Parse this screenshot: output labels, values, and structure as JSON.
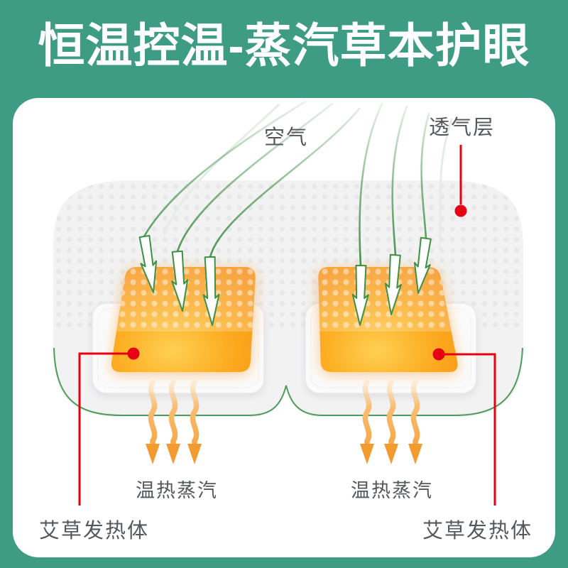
{
  "title": "恒温控温-蒸汽草本护眼",
  "diagram": {
    "labels": {
      "air": "空气",
      "breathable_layer": "透气层",
      "warm_steam_left": "温热蒸汽",
      "warm_steam_right": "温热蒸汽",
      "heater_left": "艾草发热体",
      "heater_right": "艾草发热体"
    }
  },
  "colors": {
    "background": "#3E9B84",
    "card": "#FFFFFF",
    "title_text": "#FFFFFF",
    "label_text": "#55585B",
    "annotation_red": "#E60012",
    "arrow_green": "#3F8F46",
    "mask_outline_green": "#4E9B5B",
    "heater_orange": "#F6890C",
    "heater_glow": "#FFD053",
    "steam_orange": "#F49B2F",
    "mask_gray": "#F2F2F3",
    "dot_gray": "#E8E8EA"
  }
}
